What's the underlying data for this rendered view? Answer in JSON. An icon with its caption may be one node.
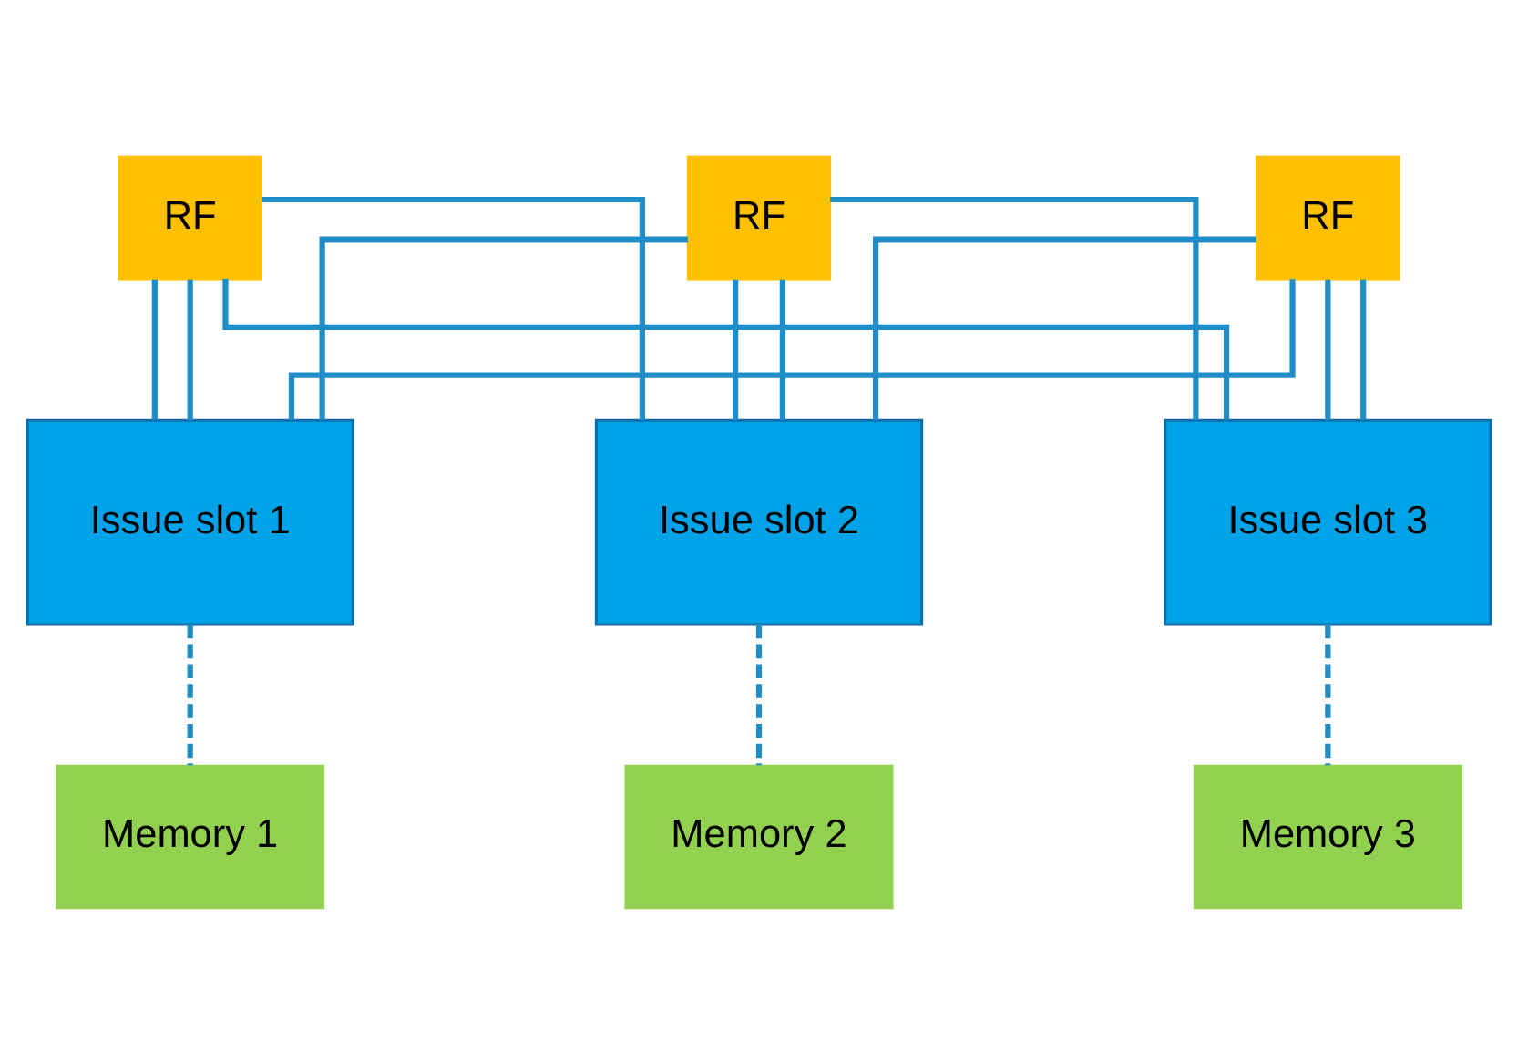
{
  "diagram": {
    "nodes": [
      {
        "text": [
          "RF"
        ]
      },
      {
        "text": [
          "RF"
        ]
      },
      {
        "text": [
          "RF"
        ]
      },
      {
        "text": [
          "Issue slot 1"
        ]
      },
      {
        "text": [
          "Issue slot 2"
        ]
      },
      {
        "text": [
          "Issue slot 3"
        ]
      },
      {
        "text": [
          "Memory 1"
        ]
      },
      {
        "text": [
          "Memory 2"
        ]
      },
      {
        "text": [
          "Memory 3"
        ]
      }
    ],
    "edges": [
      {
        "from": 0,
        "to": 3,
        "arrow": "none"
      },
      {
        "from": 1,
        "to": 4,
        "arrow": "none"
      },
      {
        "from": 2,
        "to": 5,
        "arrow": "none"
      },
      {
        "from": 3,
        "to": 6,
        "arrow": "none",
        "style": "dashed"
      },
      {
        "from": 4,
        "to": 7,
        "arrow": "none",
        "style": "dashed"
      },
      {
        "from": 5,
        "to": 8,
        "arrow": "none",
        "style": "dashed"
      },
      {
        "from": 3,
        "to": 0,
        "arrow": "none"
      },
      {
        "from": 3,
        "to": 1,
        "arrow": "none"
      },
      {
        "from": 3,
        "to": 2,
        "arrow": "none"
      },
      {
        "from": 4,
        "to": 0,
        "arrow": "none"
      },
      {
        "from": 4,
        "to": 1,
        "arrow": "none"
      },
      {
        "from": 4,
        "to": 2,
        "arrow": "none"
      },
      {
        "from": 5,
        "to": 0,
        "arrow": "none"
      },
      {
        "from": 5,
        "to": 1,
        "arrow": "none"
      },
      {
        "from": 5,
        "to": 2,
        "arrow": "none"
      }
    ]
  }
}
